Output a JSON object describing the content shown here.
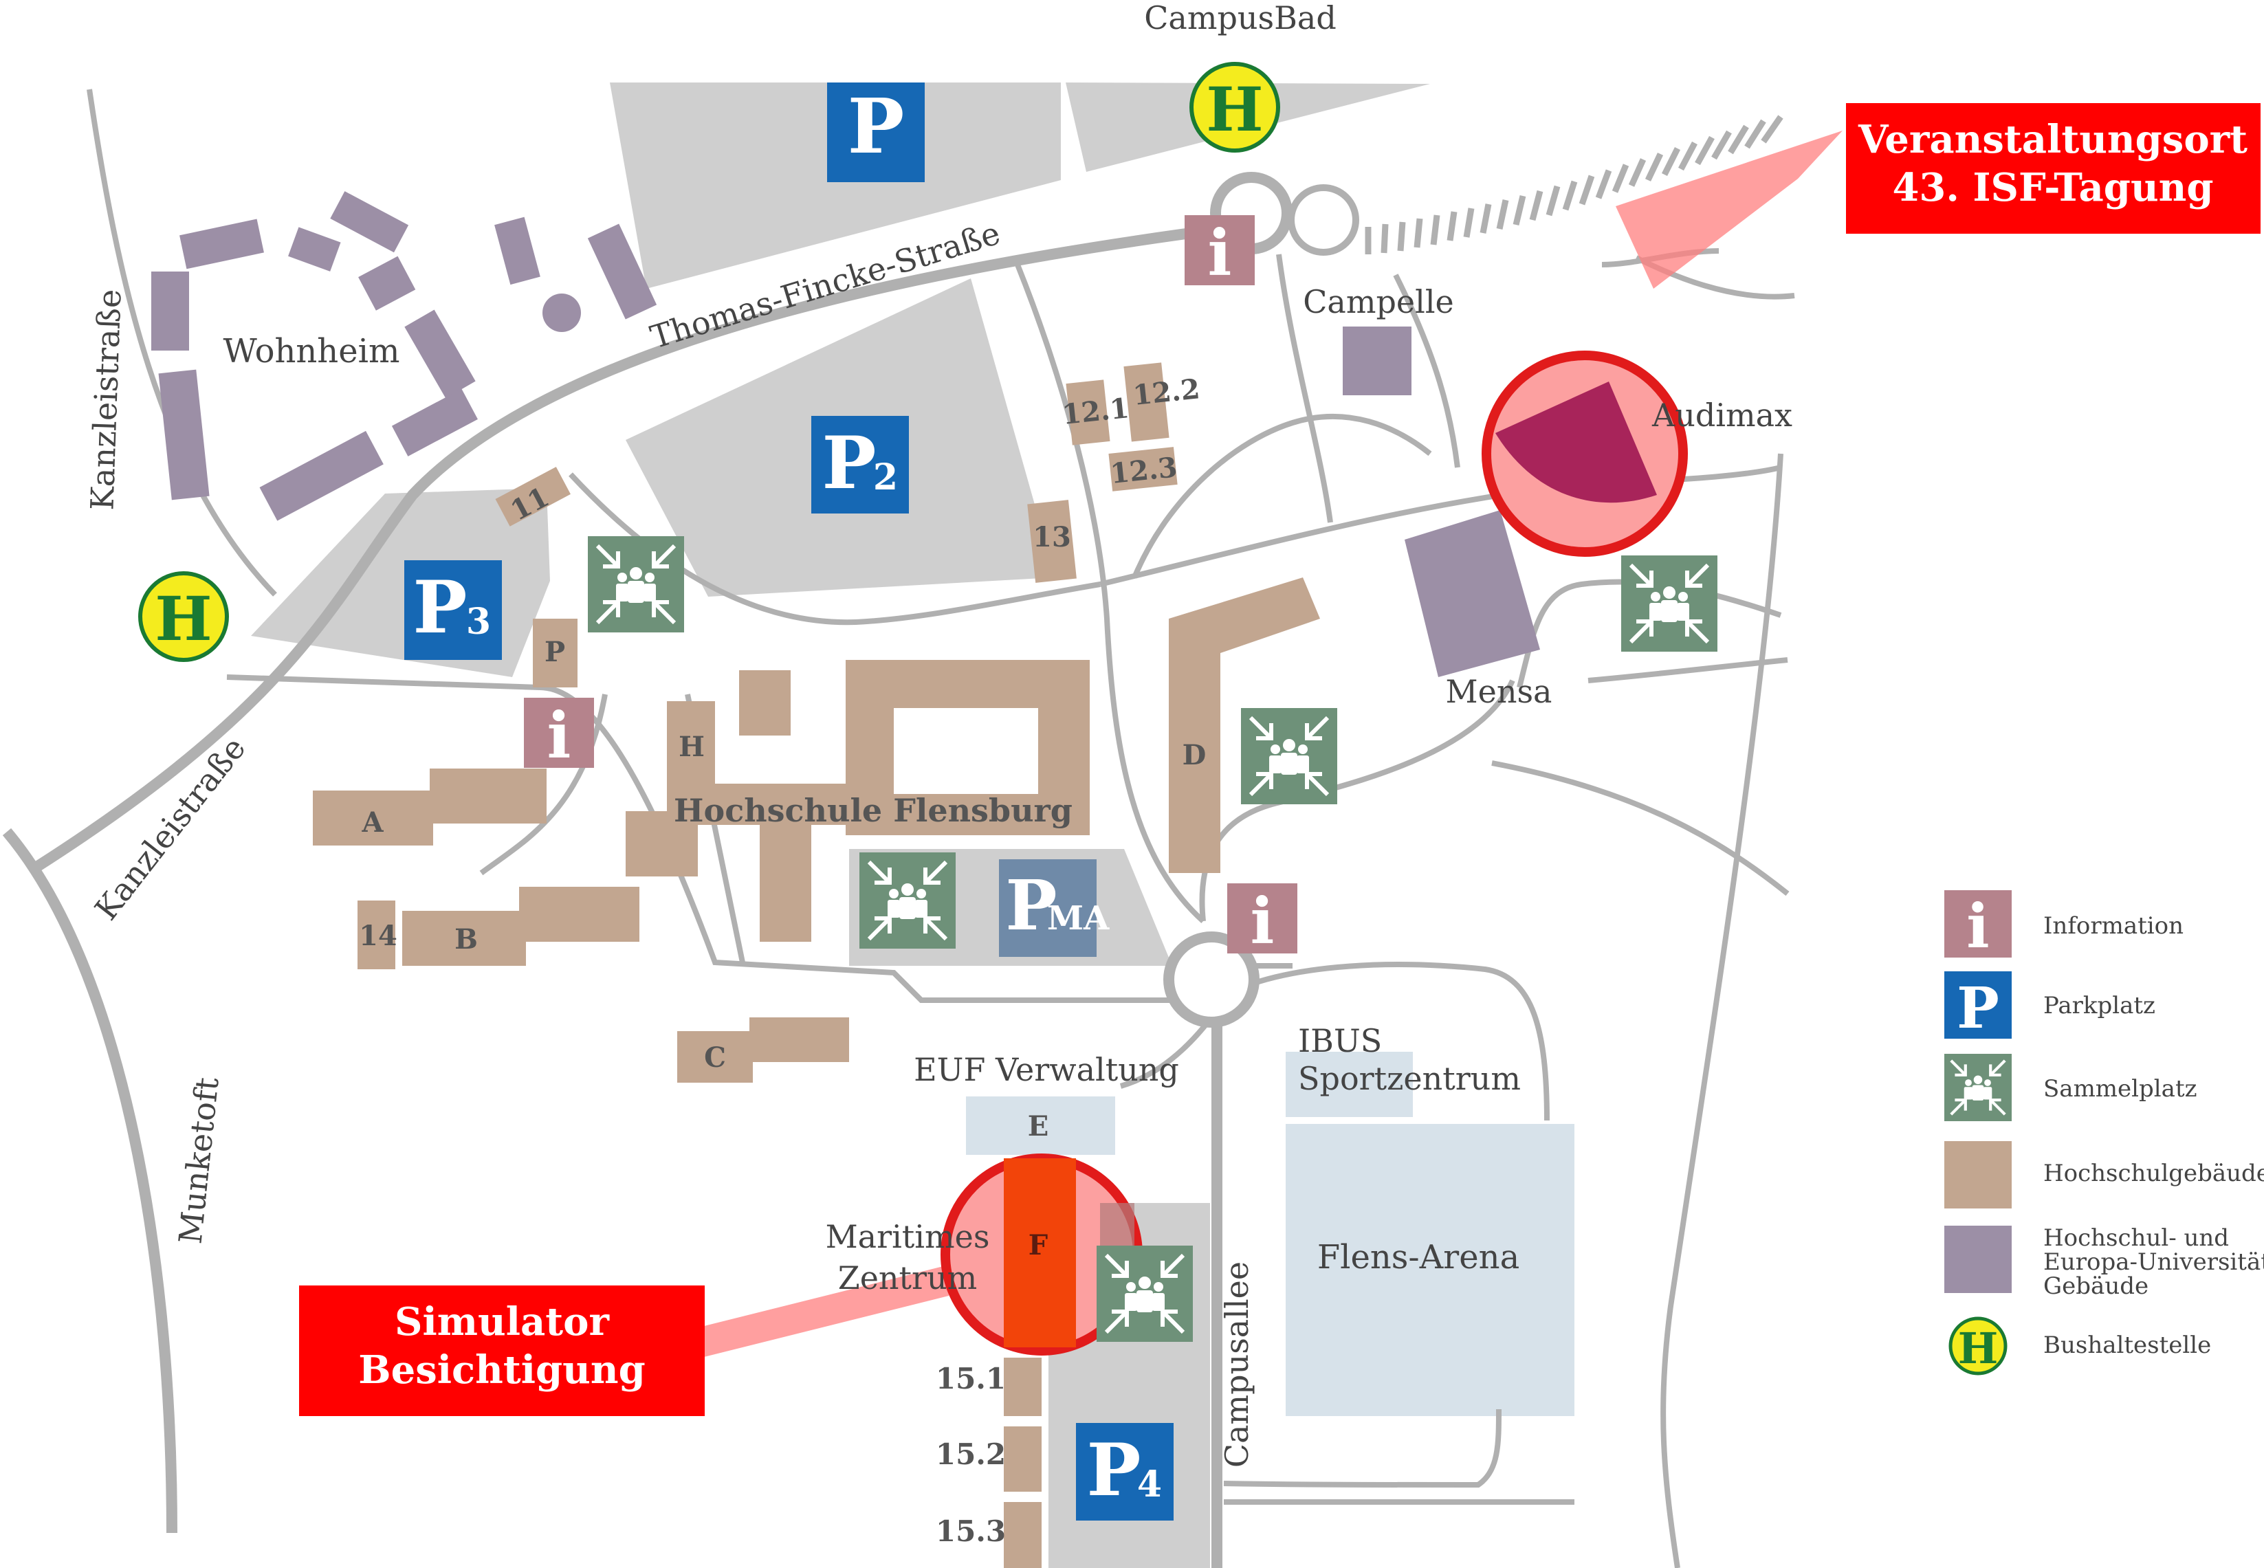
{
  "title": "",
  "places": {
    "campusbad": "CampusBad",
    "wohnheim": "Wohnheim",
    "kanzleistrasse_top": "Kanzleistraße",
    "kanzleistrasse_bottom": "Kanzleistraße",
    "thomas_fincke": "Thomas-Fincke-Straße",
    "campelle": "Campelle",
    "audimax": "Audimax",
    "mensa": "Mensa",
    "hochschule": "Hochschule Flensburg",
    "euf": "EUF Verwaltung",
    "ibus_line1": "IBUS",
    "ibus_line2": "Sportzentrum",
    "flens_arena": "Flens-Arena",
    "campusallee": "Campusallee",
    "munketoft": "Munketoft",
    "maritimes_line1": "Maritimes",
    "maritimes_line2": "Zentrum"
  },
  "buildings": {
    "b12_1": "12.1",
    "b12_2": "12.2",
    "b12_3": "12.3",
    "b13": "13",
    "b11": "11",
    "bP": "P",
    "bH": "H",
    "bD": "D",
    "bA": "A",
    "bB": "B",
    "b14": "14",
    "bC": "C",
    "bE": "E",
    "bF": "F",
    "b15_1": "15.1",
    "b15_2": "15.2",
    "b15_3": "15.3"
  },
  "signs": {
    "info": "i",
    "bus": "H",
    "parking": "P",
    "p2_main": "P",
    "p2_sub": "2",
    "p3_main": "P",
    "p3_sub": "3",
    "p4_main": "P",
    "p4_sub": "4",
    "pma_main": "P",
    "pma_sub": "MA"
  },
  "callouts": {
    "venue_line1": "Veranstaltungsort",
    "venue_line2": "43. ISF-Tagung",
    "simulator_line1": "Simulator",
    "simulator_line2": "Besichtigung"
  },
  "legend": [
    {
      "key": "info",
      "label": "Information"
    },
    {
      "key": "parking",
      "label": "Parkplatz"
    },
    {
      "key": "assembly",
      "label": "Sammelplatz"
    },
    {
      "key": "hochschule",
      "label": "Hochschulgebäude"
    },
    {
      "key": "europa_line1",
      "label": "Hochschul- und"
    },
    {
      "key": "europa_line2",
      "label": "Europa-Universitäts-"
    },
    {
      "key": "europa_line3",
      "label": "Gebäude"
    },
    {
      "key": "bus",
      "label": "Bushaltestelle"
    }
  ],
  "colors": {
    "hochschule_building": "#c2a690",
    "europa_building": "#9c8fa6",
    "info_sign": "#b5838c",
    "parking_sign": "#1668b4",
    "assembly_sign": "#6e9179",
    "bus_sign": "#f4ec1e",
    "highlight_red": "#ff0000",
    "parking_area": "#cfcfcf",
    "road": "#b0b0b0",
    "arena": "#d7e2ea"
  },
  "icons": [
    "info-sign-icon",
    "parking-sign-icon",
    "assembly-point-icon",
    "bus-stop-icon"
  ]
}
